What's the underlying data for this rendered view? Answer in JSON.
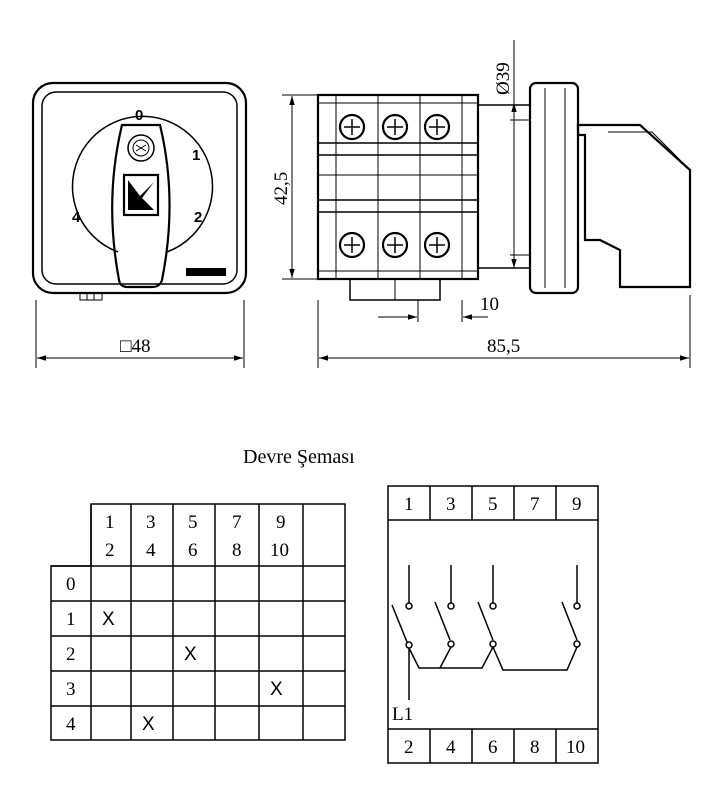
{
  "dimensions": {
    "front_width": "□48",
    "total_length": "85,5",
    "height": "42,5",
    "diameter": "Ø39",
    "offset": "10"
  },
  "dial": {
    "positions": [
      "0",
      "1",
      "2",
      "4"
    ]
  },
  "diagram_title": "Devre Şeması",
  "switch_table": {
    "column_headers": [
      {
        "top": "1",
        "bottom": "2"
      },
      {
        "top": "3",
        "bottom": "4"
      },
      {
        "top": "5",
        "bottom": "6"
      },
      {
        "top": "7",
        "bottom": "8"
      },
      {
        "top": "9",
        "bottom": "10"
      },
      {
        "top": "",
        "bottom": ""
      }
    ],
    "rows": [
      {
        "label": "0",
        "marks": [
          "",
          "",
          "",
          "",
          "",
          ""
        ]
      },
      {
        "label": "1",
        "marks": [
          "X",
          "",
          "",
          "",
          "",
          ""
        ]
      },
      {
        "label": "2",
        "marks": [
          "",
          "",
          "X",
          "",
          "",
          ""
        ]
      },
      {
        "label": "3",
        "marks": [
          "",
          "",
          "",
          "",
          "X",
          ""
        ]
      },
      {
        "label": "4",
        "marks": [
          "",
          "X",
          "",
          "",
          "",
          ""
        ]
      }
    ]
  },
  "circuit": {
    "top_terminals": [
      "1",
      "3",
      "5",
      "7",
      "9"
    ],
    "bottom_terminals": [
      "2",
      "4",
      "6",
      "8",
      "10"
    ],
    "input_label": "L1"
  }
}
